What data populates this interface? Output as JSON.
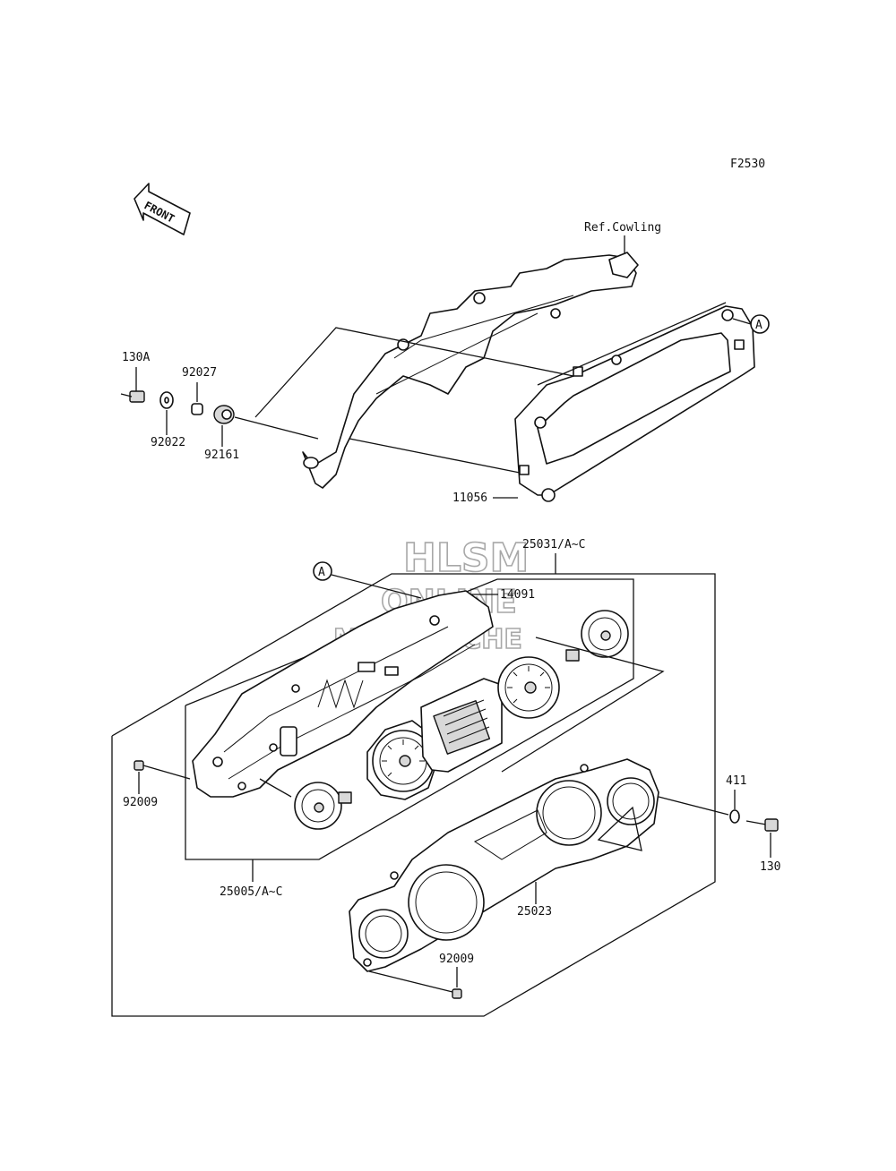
{
  "figure_code": "F2530",
  "front_label": "FRONT",
  "ref_label": "Ref.Cowling",
  "ref_marker": "A",
  "watermark": {
    "line1": "HLSM",
    "line2": "ONLINE",
    "line3": "MICROFICHE"
  },
  "parts": {
    "p130A": "130A",
    "p92027": "92027",
    "p92022": "92022",
    "p92161": "92161",
    "p11056": "11056",
    "p25031": "25031/A~C",
    "p14091": "14091",
    "p92009a": "92009",
    "p411": "411",
    "p130": "130",
    "p25005": "25005/A~C",
    "p25023": "25023",
    "p92009b": "92009"
  }
}
